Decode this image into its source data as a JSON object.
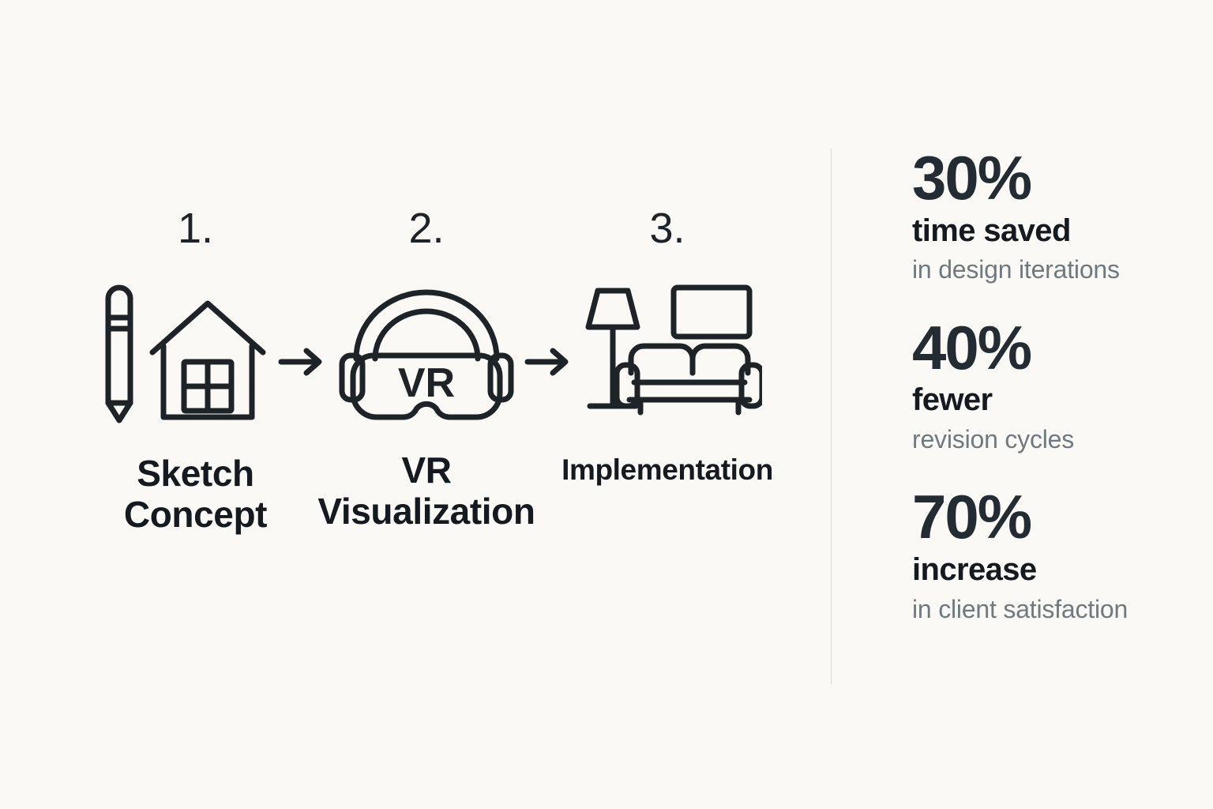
{
  "process": {
    "steps": [
      {
        "number": "1.",
        "label_line1": "Sketch",
        "label_line2": "Concept",
        "icons": [
          "pencil-icon",
          "house-icon"
        ]
      },
      {
        "number": "2.",
        "label_line1": "VR",
        "label_line2": "Visualization",
        "icons": [
          "vr-headset-icon"
        ],
        "headset_text": "VR"
      },
      {
        "number": "3.",
        "label_line1": "Implementation",
        "label_line2": "",
        "icons": [
          "floor-lamp-icon",
          "framed-picture-icon",
          "sofa-icon"
        ]
      }
    ],
    "arrows": [
      "arrow-right-icon",
      "arrow-right-icon"
    ]
  },
  "stats": [
    {
      "value": "30%",
      "label": "time saved",
      "sub": "in design iterations"
    },
    {
      "value": "40%",
      "label": "fewer",
      "sub": "revision cycles"
    },
    {
      "value": "70%",
      "label": "increase",
      "sub": "in client satisfaction"
    }
  ],
  "colors": {
    "background": "#faf9f5",
    "ink": "#1d2327",
    "muted": "#6f7a80",
    "divider": "#dedcd6"
  }
}
